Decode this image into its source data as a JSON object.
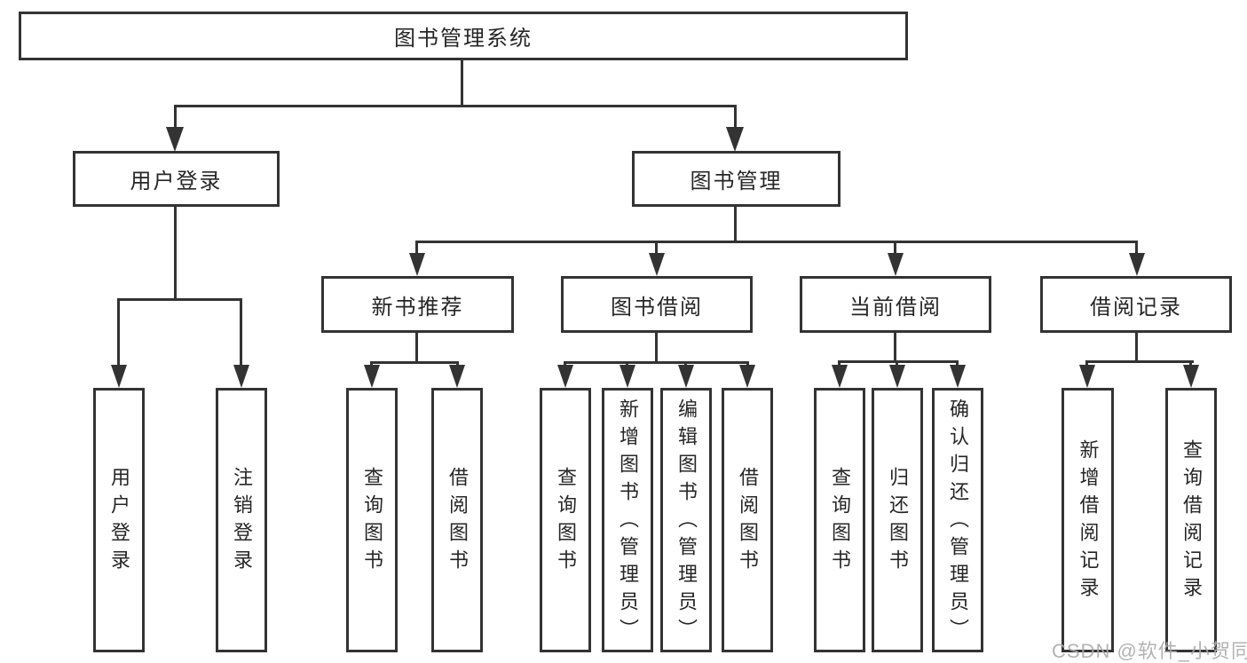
{
  "colors": {
    "line": "#333333",
    "text": "#262626",
    "background": "#ffffff",
    "watermark": "#ababab"
  },
  "nodes": {
    "root": "图书管理系统",
    "user_login": "用户登录",
    "book_management": "图书管理",
    "new_book_recommend": "新书推荐",
    "book_borrowing": "图书借阅",
    "current_borrowing": "当前借阅",
    "borrowing_records": "借阅记录"
  },
  "leaves": [
    {
      "label": "用户登录",
      "parent": "用户登录"
    },
    {
      "label": "注销登录",
      "parent": "用户登录"
    },
    {
      "label": "查询图书",
      "parent": "新书推荐"
    },
    {
      "label": "借阅图书",
      "parent": "新书推荐"
    },
    {
      "label": "查询图书",
      "parent": "图书借阅"
    },
    {
      "label": "新增图书（管理员）",
      "parent": "图书借阅"
    },
    {
      "label": "编辑图书（管理员）",
      "parent": "图书借阅"
    },
    {
      "label": "借阅图书",
      "parent": "图书借阅"
    },
    {
      "label": "查询图书",
      "parent": "当前借阅"
    },
    {
      "label": "归还图书",
      "parent": "当前借阅"
    },
    {
      "label": "确认归还（管理员）",
      "parent": "当前借阅"
    },
    {
      "label": "新增借阅记录",
      "parent": "借阅记录"
    },
    {
      "label": "查询借阅记录",
      "parent": "借阅记录"
    }
  ],
  "watermark": "CSDN @软件_小贺同学"
}
